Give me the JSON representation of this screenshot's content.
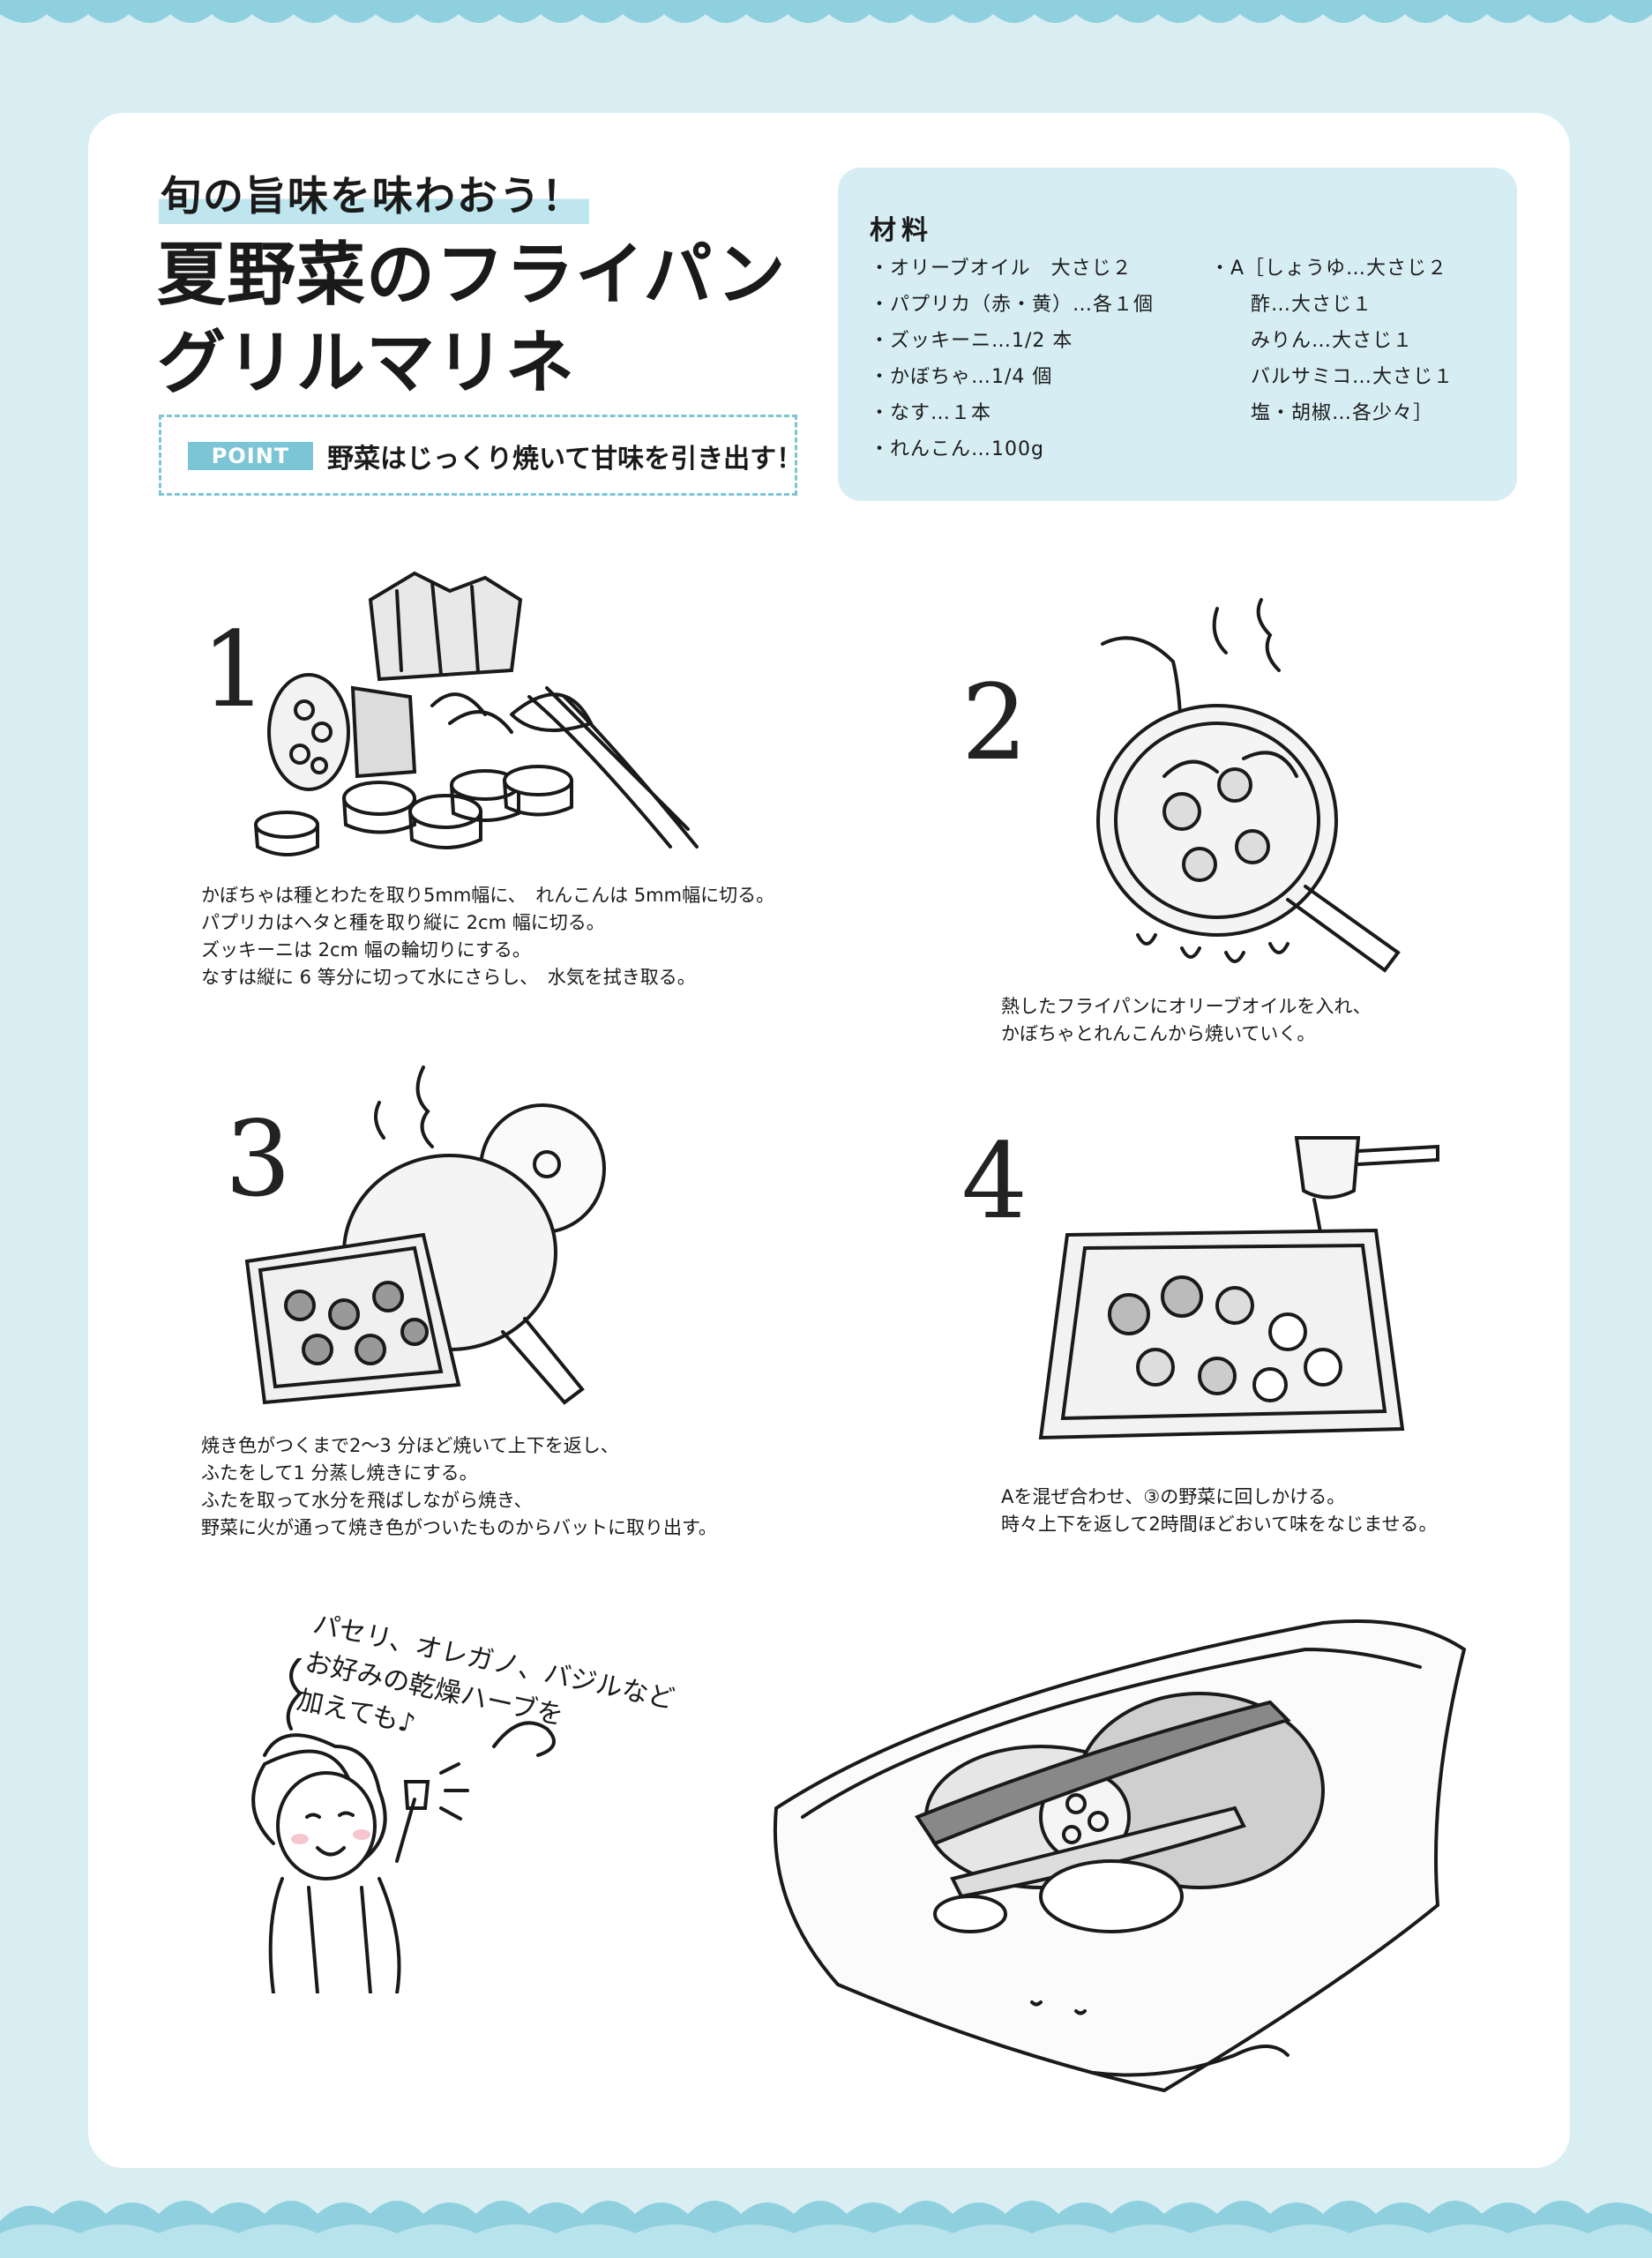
{
  "header": {
    "subtitle": "旬の旨味を味わおう！",
    "title_line1": "夏野菜のフライパン",
    "title_line2": "グリルマリネ"
  },
  "point": {
    "tag": "POINT",
    "text": "野菜はじっくり焼いて甘味を引き出す！"
  },
  "ingredients": {
    "heading": "材料",
    "left": [
      "・オリーブオイル　大さじ２",
      "・パプリカ（赤・黄）…各１個",
      "・ズッキーニ…1/2 本",
      "・かぼちゃ…1/4 個",
      "・なす…１本",
      "・れんこん…100g"
    ],
    "right": [
      "・A［しょうゆ…大さじ２",
      "　　酢…大さじ１",
      "　　みりん…大さじ１",
      "　　バルサミコ…大さじ１",
      "　　塩・胡椒…各少々］"
    ]
  },
  "steps": [
    {
      "number": "1",
      "lines": [
        "かぼちゃは種とわたを取り5mm幅に、　れんこんは 5mm幅に切る。",
        "パプリカはヘタと種を取り縦に 2cm 幅に切る。",
        "ズッキーニは 2cm 幅の輪切りにする。",
        "なすは縦に 6 等分に切って水にさらし、　水気を拭き取る。"
      ]
    },
    {
      "number": "2",
      "lines": [
        "熱したフライパンにオリーブオイルを入れ、",
        "かぼちゃとれんこんから焼いていく。"
      ]
    },
    {
      "number": "3",
      "lines": [
        "焼き色がつくまで2～3 分ほど焼いて上下を返し、",
        "ふたをして1 分蒸し焼きにする。",
        "ふたを取って水分を飛ばしながら焼き、",
        "野菜に火が通って焼き色がついたものからバットに取り出す。"
      ]
    },
    {
      "number": "4",
      "lines": [
        "Aを混ぜ合わせ、③の野菜に回しかける。",
        "時々上下を返して2時間ほどおいて味をなじませる。"
      ]
    }
  ],
  "tip": {
    "lines": [
      "パセリ、オレガノ、バジルなど",
      "お好みの乾燥ハーブを",
      "加えても♪"
    ]
  },
  "colors": {
    "page_bg": "#d9eef3",
    "card_bg": "#ffffff",
    "accent": "#7cc5d6",
    "ingredient_box": "#d6eef3"
  }
}
